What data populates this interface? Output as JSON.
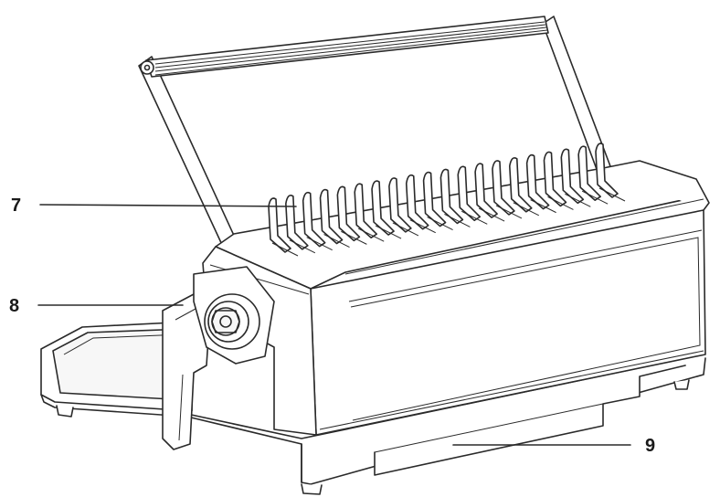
{
  "callouts": [
    {
      "id": "7",
      "label": "7"
    },
    {
      "id": "8",
      "label": "8"
    },
    {
      "id": "9",
      "label": "9"
    }
  ],
  "colors": {
    "line": "#2a2a2a",
    "background": "#ffffff"
  }
}
